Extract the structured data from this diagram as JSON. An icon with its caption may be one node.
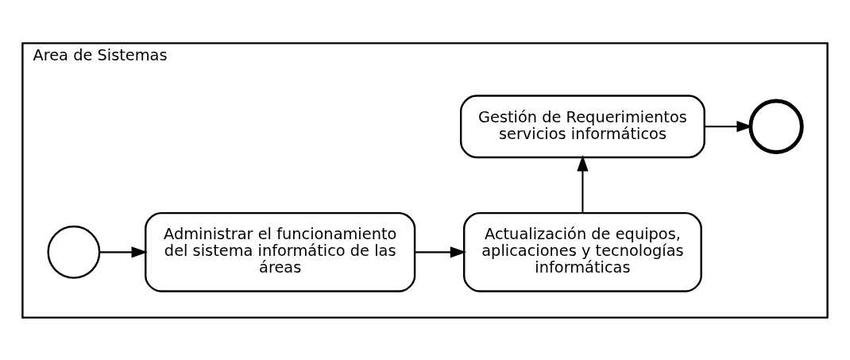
{
  "diagram": {
    "nodes": [
      {
        "text": [
          "Area de Sistemas"
        ]
      },
      {
        "text": [],
        "shape": "circle",
        "in": 0
      },
      {
        "text": [
          "Administrar el funcionamiento del sistema informático de las áreas"
        ],
        "in": 0
      },
      {
        "text": [
          "Actualización de equipos, aplicaciones y tecnologías informáticas"
        ],
        "in": 0
      },
      {
        "text": [
          "Gestión de Requerimientos servicios informáticos"
        ],
        "in": 0
      },
      {
        "text": [],
        "shape": "circle",
        "in": 0
      }
    ],
    "edges": [
      {
        "from": 1,
        "to": 2,
        "arrow": "to"
      },
      {
        "from": 2,
        "to": 3,
        "arrow": "to"
      },
      {
        "from": 3,
        "to": 4,
        "arrow": "to"
      },
      {
        "from": 4,
        "to": 5,
        "arrow": "to"
      }
    ]
  }
}
